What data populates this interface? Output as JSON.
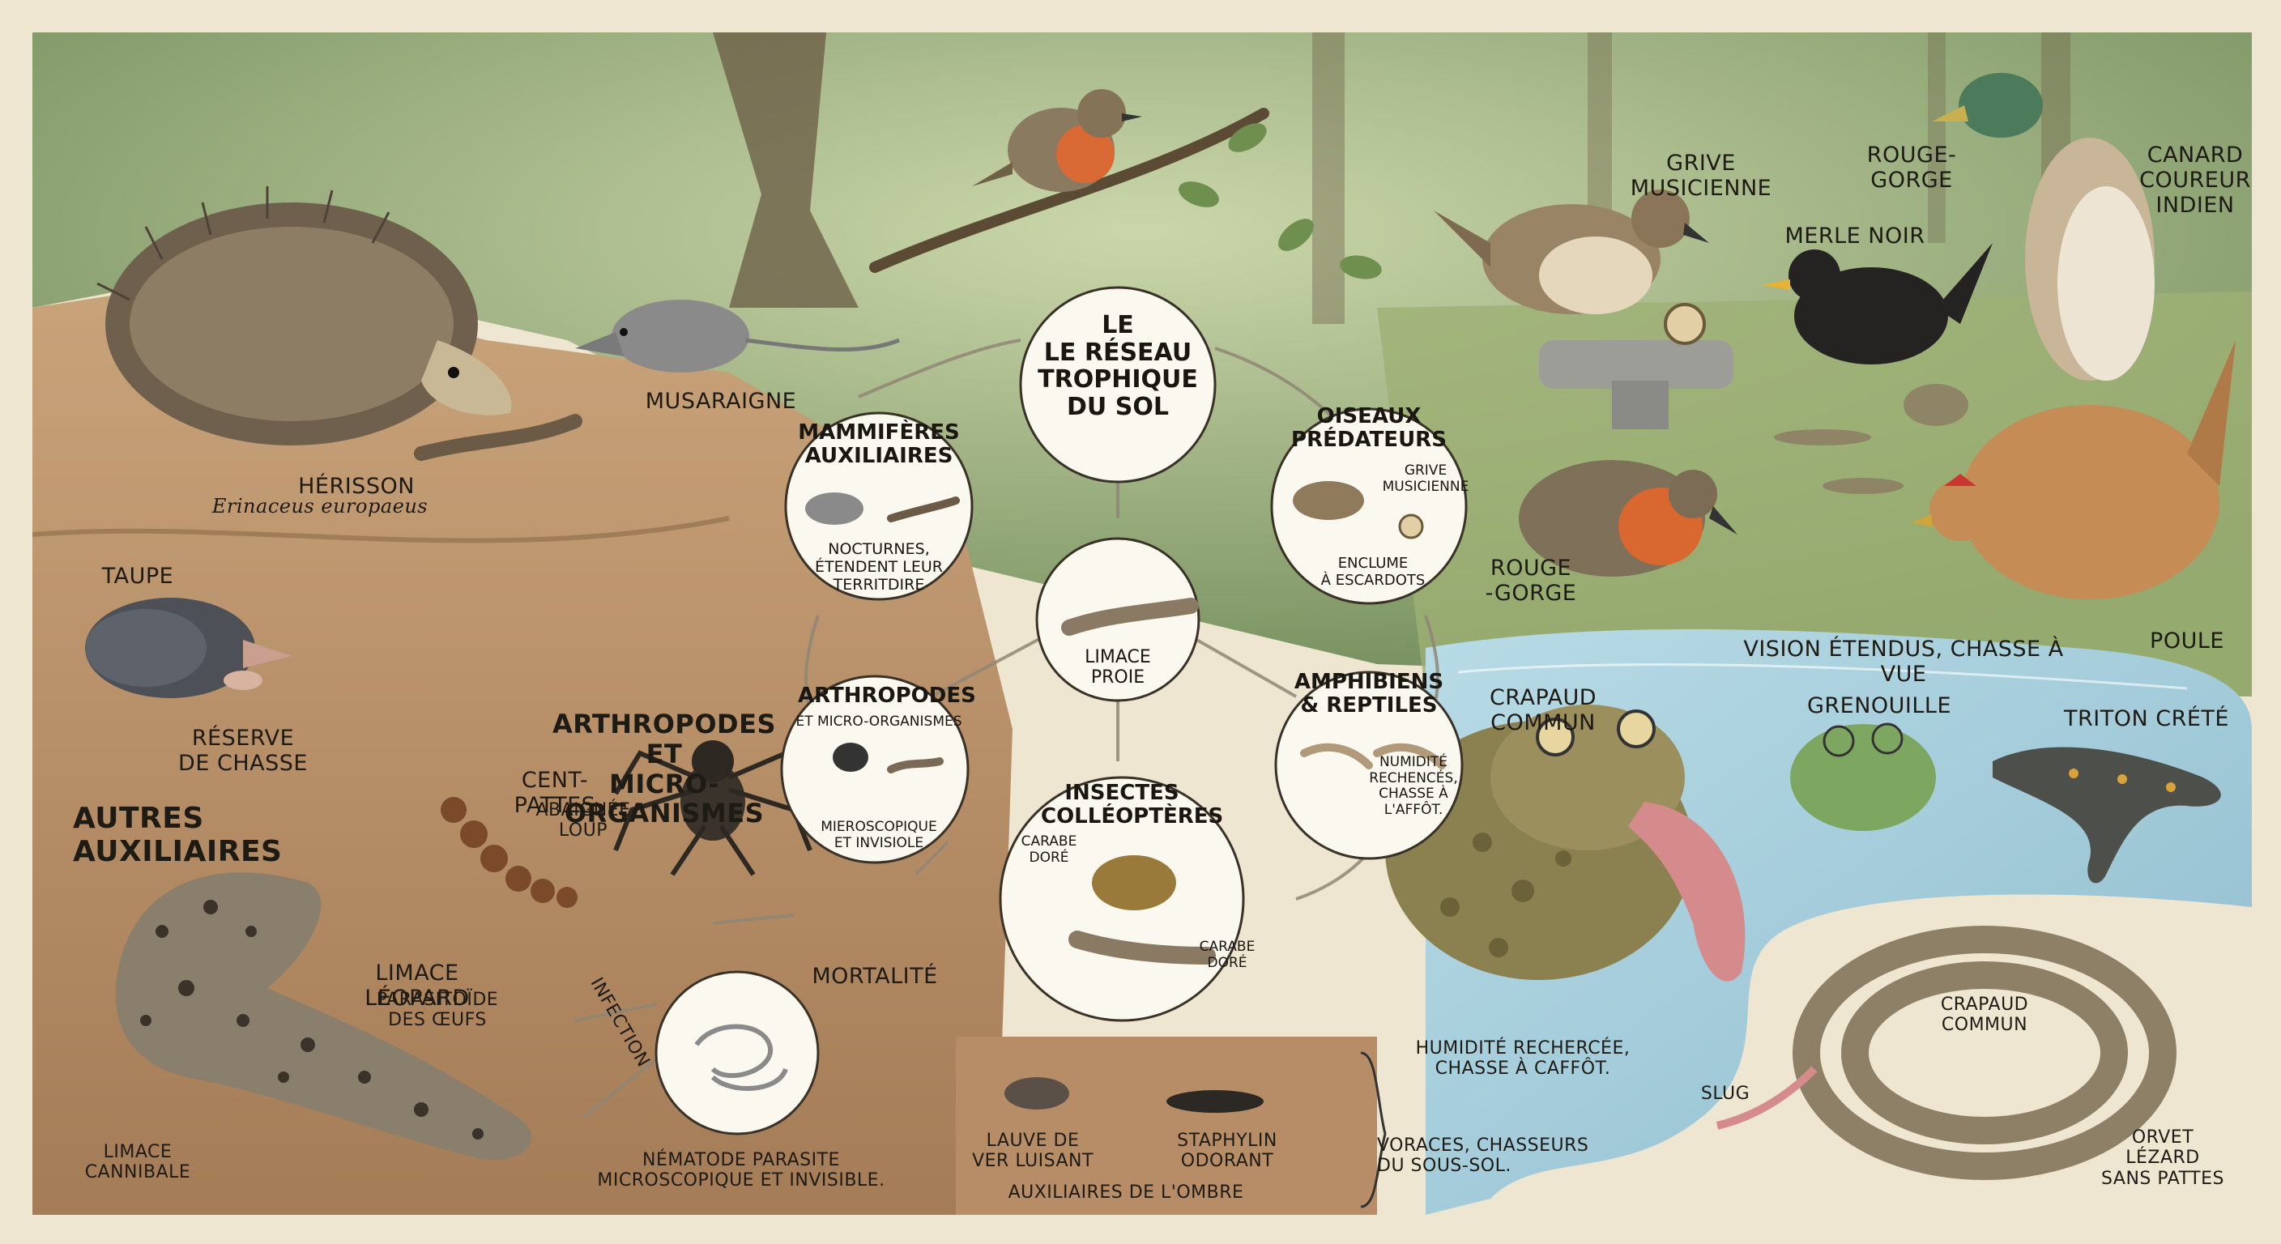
{
  "colors": {
    "paper": "#efe6d2",
    "forest": "#7d9563",
    "soil": "#b8906a",
    "water": "#9ec7d6",
    "ink": "#1e1a14",
    "circle_fill": "#fbf8f0"
  },
  "center": {
    "title_main": "LE\nLE RÉSEAU\nTROPHIQUE\nDU SOL",
    "prey": "LIMACE\nPROIE"
  },
  "hubs": {
    "mammals": {
      "title": "MAMMIFÈRES\nAUXILIAIRES",
      "note": "NOCTURNES,\nÉTENDENT LEUR\nTERRITDIRE"
    },
    "birds": {
      "title": "OISEAUX\nPRÉDATEURS",
      "label": "GRIVE\nMUSICIENNE",
      "note": "ENCLUME\nÀ ESCARDOTS"
    },
    "arthropods": {
      "title": "ARTHROPODES",
      "subtitle": "ET MICRO-ORGANISMES",
      "note": "MIEROSCOPIQUE\nET INVISIOLE"
    },
    "amphibians": {
      "title": "AMPHIBIENS\n& REPTILES",
      "note": "NUMIDITÉ\nRECHENCÉS,\nCHASSE À\nL'AFFÔT."
    },
    "insects": {
      "title": "INSECTES\nCOLLÉOPTÈRES",
      "left_label": "CARABE\nDORÉ",
      "right_label": "CARABE\nDORÉ"
    }
  },
  "labels": {
    "herisson": "HÉRISSON",
    "herisson_latin": "Erinaceus europaeus",
    "musaraigne": "MUSARAIGNE",
    "taupe": "TAUPE",
    "reserve": "RÉSERVE\nDE CHASSE",
    "autres": "AUTRES\nAUXILIAIRES",
    "arthro_title": "ARTHROPODES ET\nMICRO-ORGANISMES",
    "cent_pattes": "CENT-PATTES",
    "araignee": "ABAIGNÉE\nLOUP",
    "limace_leopard": "LIMACE LÉOPARD",
    "parasitoide": "PARASITOÏDE\nDES ŒUFS",
    "limace_cannibale": "LIMACE\nCANNIBALE",
    "infection": "INFECTION",
    "mortalite": "MORTALITÉ",
    "nematode": "NÉMATODE PARASITE\nMICROSCOPIQUE ET INVISIBLE.",
    "lauve": "LAUVE DE\nVER LUISANT",
    "staphylin": "STAPHYLIN\nODORANT",
    "auxiliaires_ombre": "AUXILIAIRES DE L'OMBRE",
    "voraces": "VORACES, CHASSEURS\nDU SOUS-SOL.",
    "grive": "GRIVE\nMUSICIENNE",
    "rouge_gorge_top": "ROUGE-GORGE",
    "canard": "CANARD\nCOUREUR\nINDIEN",
    "merle": "MERLE NOIR",
    "rouge_gorge": "ROUGE\n-GORGE",
    "vision": "VISION ÉTENDUS, CHASSE À VUE",
    "poule": "POULE",
    "crapaud": "CRAPAUD\nCOMMUN",
    "grenouille": "GRENOUILLE",
    "triton": "TRITON CRÉTÉ",
    "humidite": "HUMIDITÉ RECHERCÉE,\nCHASSE À CAFFÔT.",
    "crapaud_2": "CRAPAUD\nCOMMUN",
    "slug": "SLUG",
    "orvet": "ORVET\nLÉZARD\nSANS PATTES"
  }
}
